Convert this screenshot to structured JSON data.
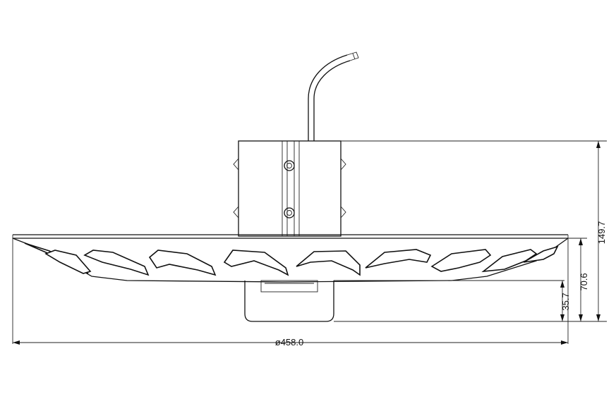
{
  "dimensions": {
    "diameter": "ø458.0",
    "total_height": "149.7",
    "reflector_height": "70.6",
    "driver_height": "35.7"
  },
  "colors": {
    "line": "#111111",
    "background": "#ffffff"
  }
}
